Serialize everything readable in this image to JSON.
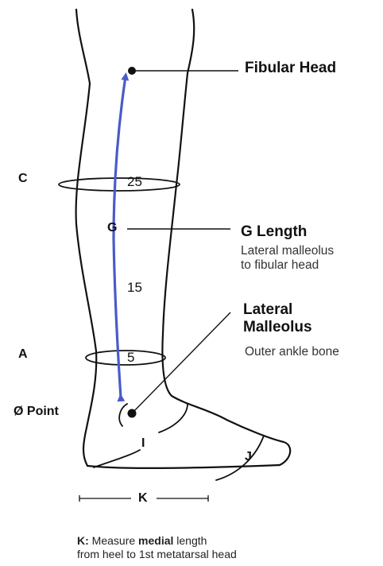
{
  "labels": {
    "fibular_head": "Fibular Head",
    "c": "C",
    "c_value": "25",
    "g": "G",
    "g_length": "G Length",
    "g_desc_1": "Lateral malleolus",
    "g_desc_2": "to fibular head",
    "g_value": "15",
    "lateral_malleolus_1": "Lateral",
    "lateral_malleolus_2": "Malleolus",
    "lateral_malleolus_desc": "Outer ankle bone",
    "a": "A",
    "a_value": "5",
    "zero_point": "Ø Point",
    "i": "I",
    "j": "J",
    "k": "K"
  },
  "note": {
    "k_prefix": "K:",
    "line1_a": " Measure ",
    "line1_b": "medial",
    "line1_c": " length",
    "line2": "from heel to 1st metatarsal head"
  },
  "colors": {
    "outline": "#111111",
    "arrow": "#4a5bc9"
  }
}
